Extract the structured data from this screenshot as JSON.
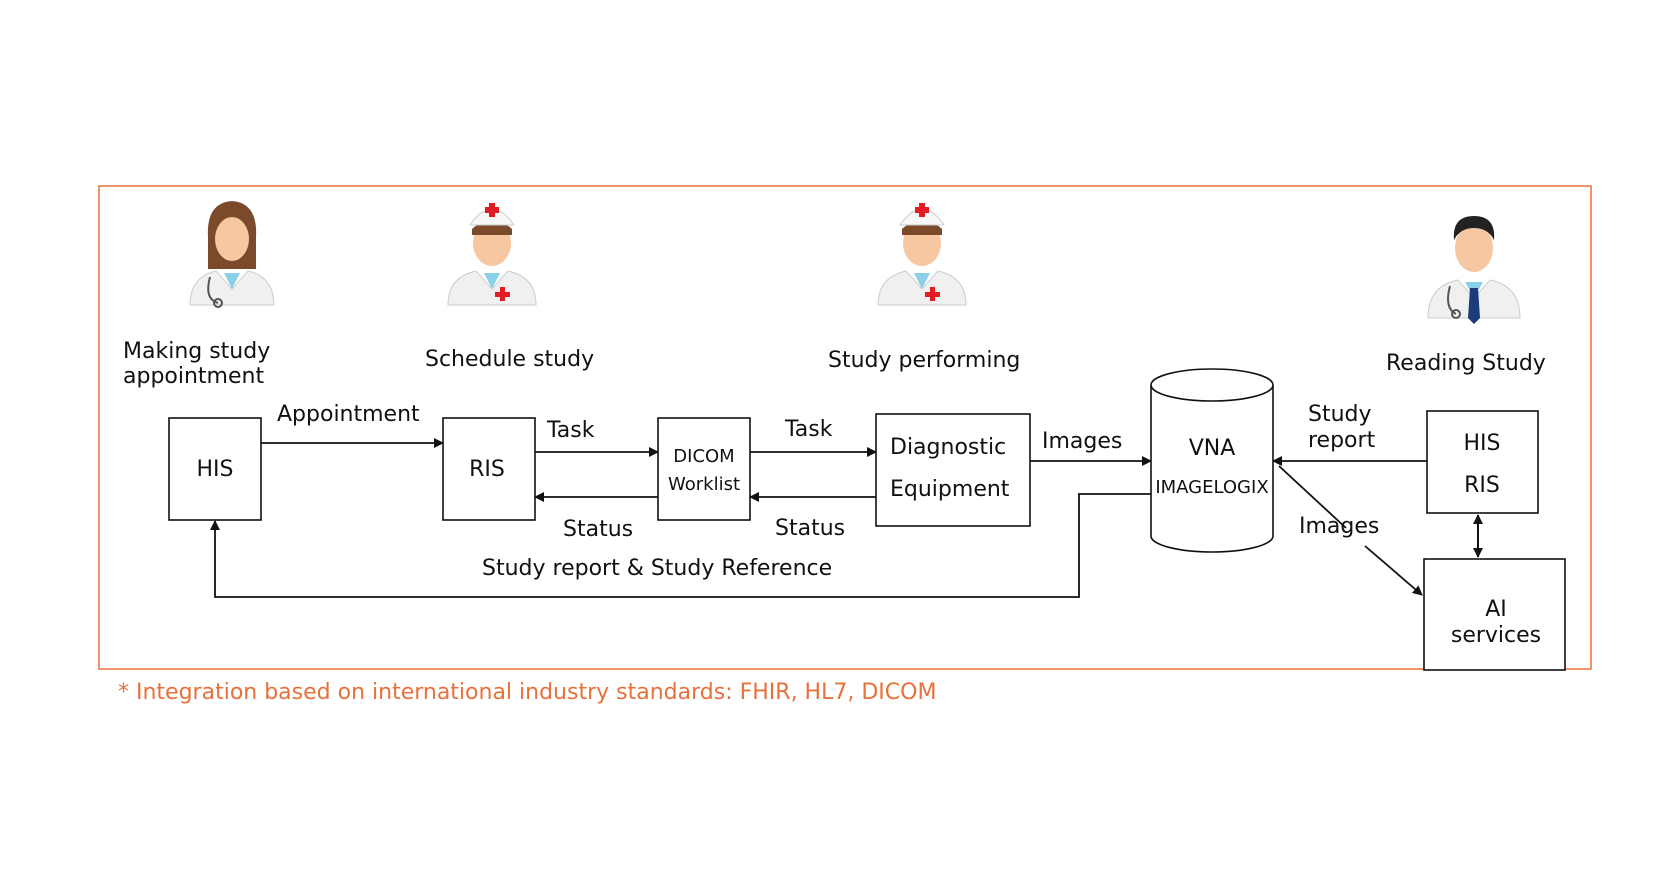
{
  "roles": {
    "appointment": [
      "Making study",
      "appointment"
    ],
    "schedule": "Schedule study",
    "performing": "Study performing",
    "reading": "Reading Study"
  },
  "boxes": {
    "his": "HIS",
    "ris": "RIS",
    "worklist": [
      "DICOM",
      "Worklist"
    ],
    "equipment": [
      "Diagnostic",
      "Equipment"
    ],
    "vna": [
      "VNA",
      "IMAGELOGIX"
    ],
    "his_ris": [
      "HIS",
      "RIS"
    ],
    "ai": [
      "AI",
      "services"
    ]
  },
  "flows": {
    "appointment": "Appointment",
    "task_ris_worklist": "Task",
    "status_worklist_ris": "Status",
    "task_worklist_equipment": "Task",
    "status_equipment_worklist": "Status",
    "images_equipment_vna": "Images",
    "study_report": [
      "Study",
      "report"
    ],
    "images_vna_ai": "Images",
    "report_reference": "Study report & Study Reference"
  },
  "footnote": "* Integration based on international industry standards: FHIR, HL7, DICOM",
  "colors": {
    "frame": "#e8703a",
    "footnote": "#e8703a",
    "line": "#111111"
  }
}
